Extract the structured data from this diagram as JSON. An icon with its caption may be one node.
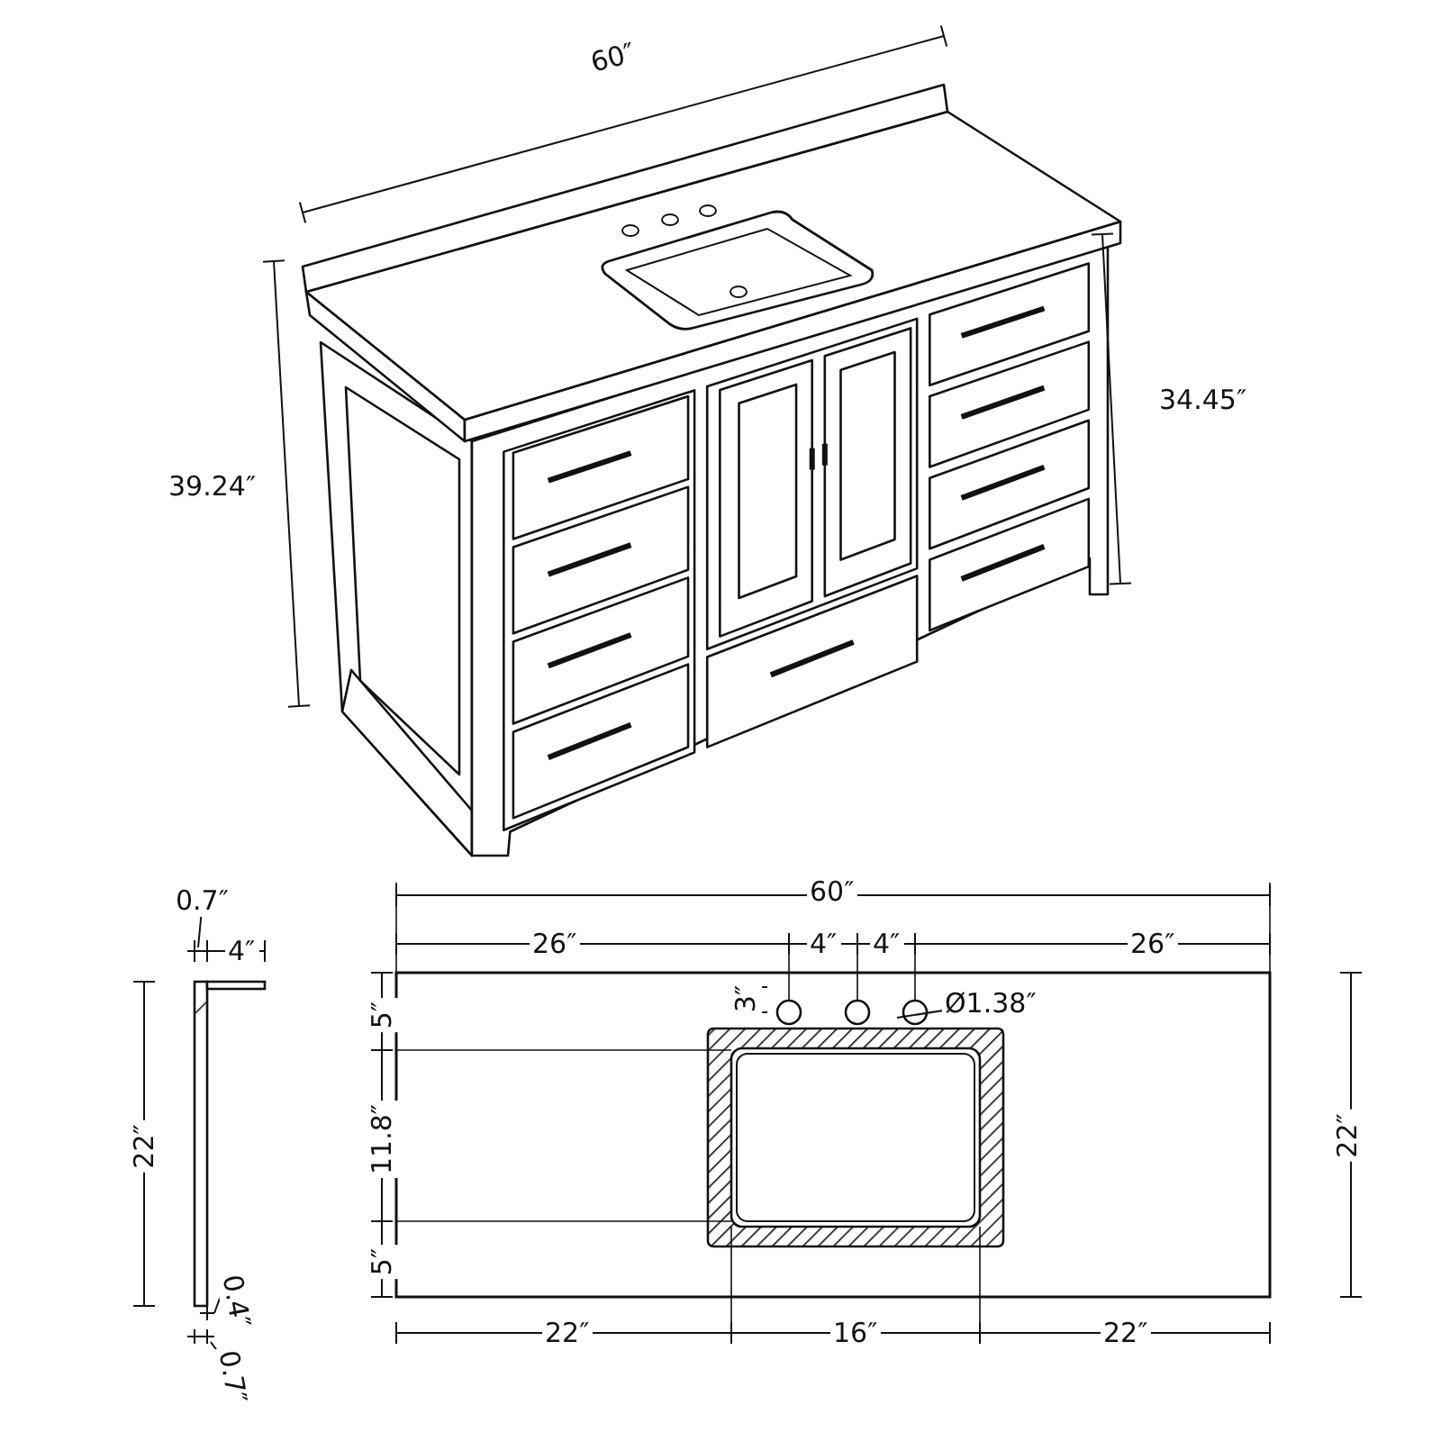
{
  "diagram": {
    "labels": [
      "60″",
      "39.24″",
      "34.45″",
      "0.7″",
      "60″",
      "4″",
      "26″",
      "4″",
      "4″",
      "26″",
      "3″",
      "Ø1.38″",
      "5″",
      "22″",
      "11.8″",
      "22″",
      "5″",
      "0.4″",
      "0.7″",
      "22″",
      "16″",
      "22″"
    ]
  }
}
